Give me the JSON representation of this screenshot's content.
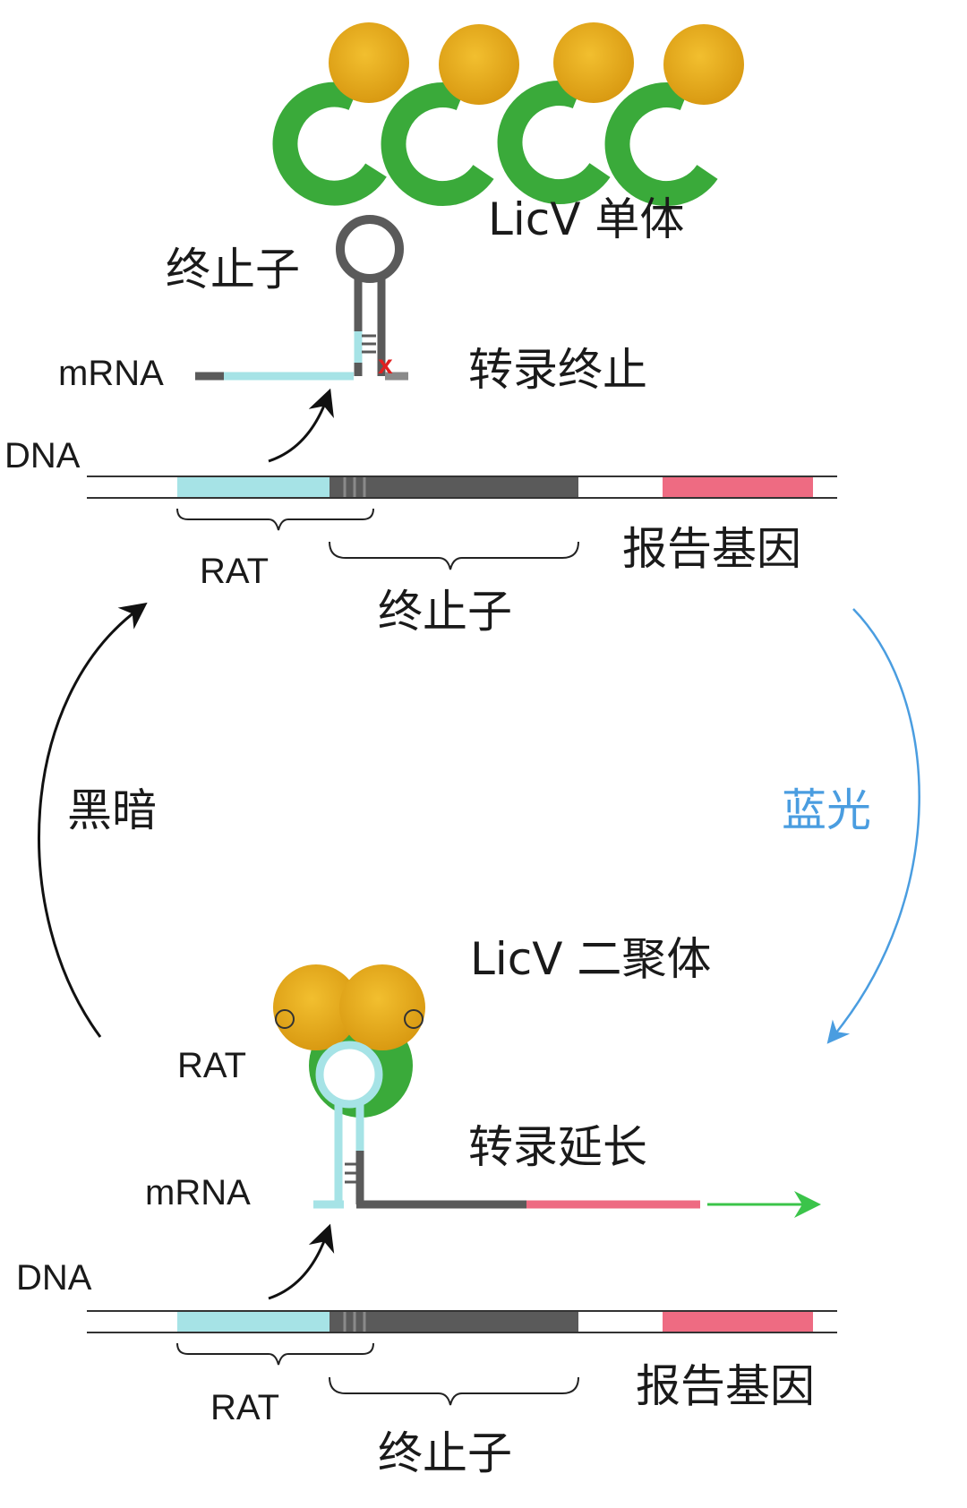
{
  "labels": {
    "licv_monomer": "LicV 单体",
    "licv_dimer": "LicV 二聚体",
    "terminator_loop": "终止子",
    "mrna_top": "mRNA",
    "transcription_stop": "转录终止",
    "dna_top": "DNA",
    "rat_top": "RAT",
    "terminator_top": "终止子",
    "reporter_top": "报告基因",
    "dark": "黑暗",
    "blue_light": "蓝光",
    "rat_dimer": "RAT",
    "transcription_elongation": "转录延长",
    "mrna_bottom": "mRNA",
    "dna_bottom": "DNA",
    "rat_bottom": "RAT",
    "terminator_bottom": "终止子",
    "reporter_bottom": "报告基因",
    "stop_mark": "x"
  },
  "colors": {
    "protein_head": "#e3a81b",
    "protein_tail": "#3aaa3a",
    "rat_segment": "#a6e3e6",
    "terminator_segment": "#5a5a5a",
    "reporter_segment": "#ee6b82",
    "blue_arrow": "#4a9de0",
    "green_arrow": "#3bc44a",
    "stop_mark": "#e02020"
  }
}
